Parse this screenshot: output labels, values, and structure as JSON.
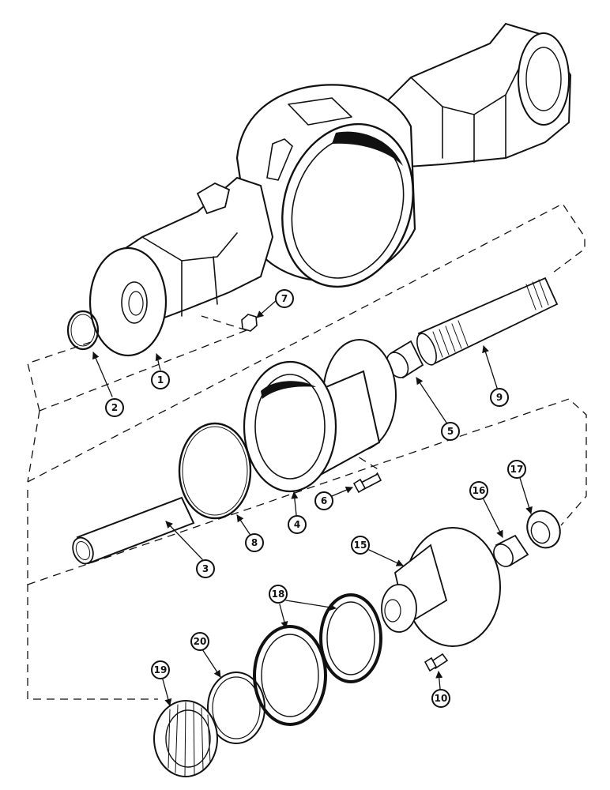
{
  "callouts": {
    "c1": "1",
    "c2": "2",
    "c3": "3",
    "c4": "4",
    "c5": "5",
    "c6": "6",
    "c7": "7",
    "c8": "8",
    "c9": "9",
    "c10": "10",
    "c15": "15",
    "c16": "16",
    "c17": "17",
    "c18": "18",
    "c19": "19",
    "c20": "20"
  }
}
